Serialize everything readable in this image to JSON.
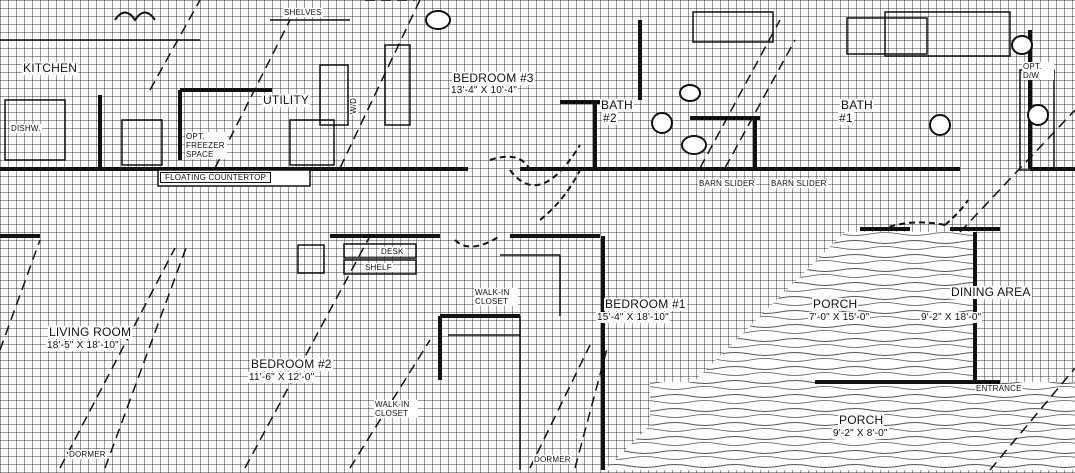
{
  "rooms": {
    "kitchen": {
      "name": "KITCHEN"
    },
    "utility": {
      "name": "UTILITY"
    },
    "bedroom3": {
      "name": "BEDROOM #3",
      "dims": "13'-4\" X 10'-4\""
    },
    "bath2": {
      "name": "BATH",
      "number": "#2"
    },
    "bath1": {
      "name": "BATH",
      "number": "#1"
    },
    "living": {
      "name": "LIVING ROOM",
      "dims": "18'-5\" X 18'-10\""
    },
    "bedroom2": {
      "name": "BEDROOM #2",
      "dims": "11'-6\" X 12'-0\""
    },
    "bedroom1": {
      "name": "BEDROOM #1",
      "dims": "15'-4\" X 18'-10\""
    },
    "porch1": {
      "name": "PORCH",
      "dims": "7'-0\" X 15'-0\""
    },
    "dining": {
      "name": "DINING AREA",
      "dims": "9'-2\" X 18'-0\""
    },
    "porch2": {
      "name": "PORCH",
      "dims": "9'-2\" X 8'-0\""
    }
  },
  "fixtures": {
    "shelves": "SHELVES",
    "floating_countertop": "FLOATING COUNTERTOP",
    "opt_freezer_space": "OPT. FREEZER SPACE",
    "desk": "DESK",
    "shelf": "SHELF",
    "walk_in_closet_a": "WALK-IN CLOSET",
    "walk_in_closet_b": "WALK-IN CLOSET",
    "barn_slider_a": "BARN SLIDER",
    "barn_slider_b": "BARN SLIDER",
    "entrance": "ENTRANCE",
    "dormer_a": "DORMER",
    "dormer_b": "DORMER",
    "dishwasher": "DISHW.",
    "opt_dw": "OPT. D/W",
    "washer_dryer": "W/D"
  },
  "colors": {
    "line": "#111111",
    "floor_plank": "#555555",
    "grid": "#9a9a9a"
  }
}
